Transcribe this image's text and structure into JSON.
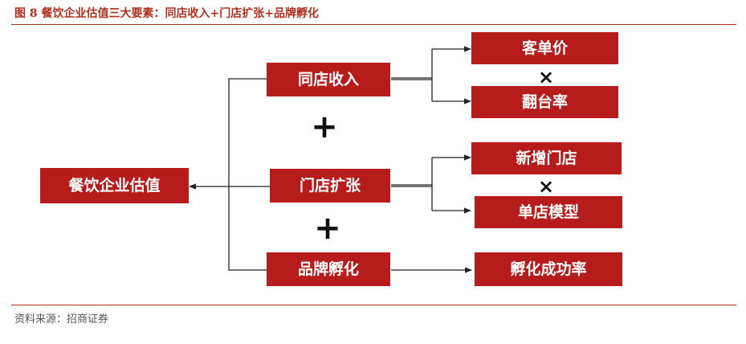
{
  "figure": {
    "title": "图 8 餐饮企业估值三大要素：同店收入+门店扩张+品牌孵化",
    "source": "资料来源：招商证券"
  },
  "nodes": {
    "valuation": "餐饮企业估值",
    "same_store_revenue": "同店收入",
    "store_expansion": "门店扩张",
    "brand_incubation": "品牌孵化",
    "avg_ticket": "客单价",
    "turnover_rate": "翻台率",
    "new_stores": "新增门店",
    "single_store_model": "单店模型",
    "incubation_success_rate": "孵化成功率"
  },
  "operators": {
    "plus_1": "+",
    "plus_2": "+",
    "times_1": "×",
    "times_2": "×"
  },
  "colors": {
    "box_fill": "#b71c1c",
    "box_text": "#ffffff",
    "accent_rule": "#b0311f"
  }
}
